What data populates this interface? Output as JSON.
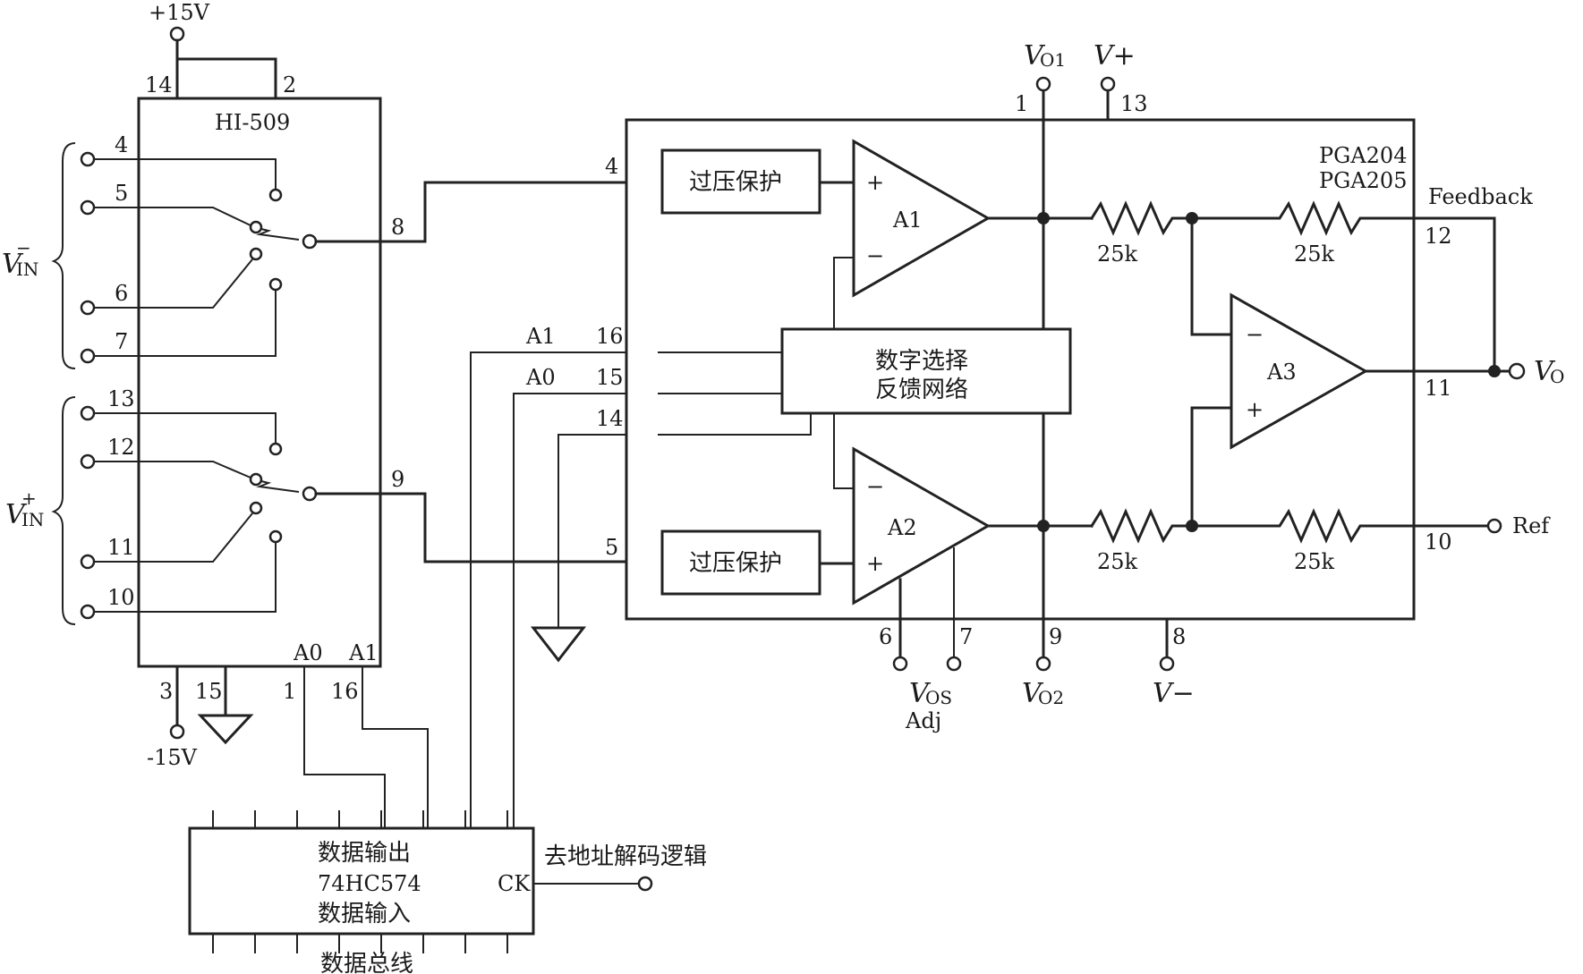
{
  "title": "",
  "power": {
    "plus15": "+15V",
    "minus15": "-15V"
  },
  "mux": {
    "name": "HI-509",
    "pins": {
      "p14": "14",
      "p2": "2",
      "p4": "4",
      "p5": "5",
      "p6": "6",
      "p7": "7",
      "p8": "8",
      "p13": "13",
      "p12": "12",
      "p11": "11",
      "p10": "10",
      "p9": "9",
      "p3": "3",
      "p15": "15",
      "p1": "1",
      "p16": "16"
    },
    "a0": "A0",
    "a1": "A1",
    "vin_minus": {
      "v": "V",
      "sup": "−",
      "sub": "IN"
    },
    "vin_plus": {
      "v": "V",
      "sup": "+",
      "sub": "IN"
    }
  },
  "pga": {
    "name1": "PGA204",
    "name2": "PGA205",
    "ovp_label": "过压保护",
    "network_line1": "数字选择",
    "network_line2": "反馈网络",
    "a1": "A1",
    "a2": "A2",
    "a3": "A3",
    "r1": "25k",
    "r2": "25k",
    "r3": "25k",
    "r4": "25k",
    "plus": "+",
    "minus": "−",
    "pins": {
      "p1": "1",
      "p13": "13",
      "p4": "4",
      "p5": "5",
      "p16": "16",
      "p15": "15",
      "p14": "14",
      "p12": "12",
      "p11": "11",
      "p10": "10",
      "p6": "6",
      "p7": "7",
      "p9": "9",
      "p8": "8"
    },
    "line_a1": "A1",
    "line_a0": "A0",
    "feedback": "Feedback",
    "ref": "Ref",
    "vo": {
      "v": "V",
      "sub": "O"
    },
    "vo1": {
      "v": "V",
      "sub": "O1"
    },
    "vo2": {
      "v": "V",
      "sub": "O2"
    },
    "vplus": "V+",
    "vminus": "V−",
    "vos": {
      "v": "V",
      "sub": "OS",
      "adj": "Adj"
    }
  },
  "latch": {
    "line1": "数据输出",
    "line2": "74HC574",
    "line3": "数据输入",
    "ck": "CK",
    "addr_label": "去地址解码逻辑",
    "bus_label": "数据总线"
  }
}
